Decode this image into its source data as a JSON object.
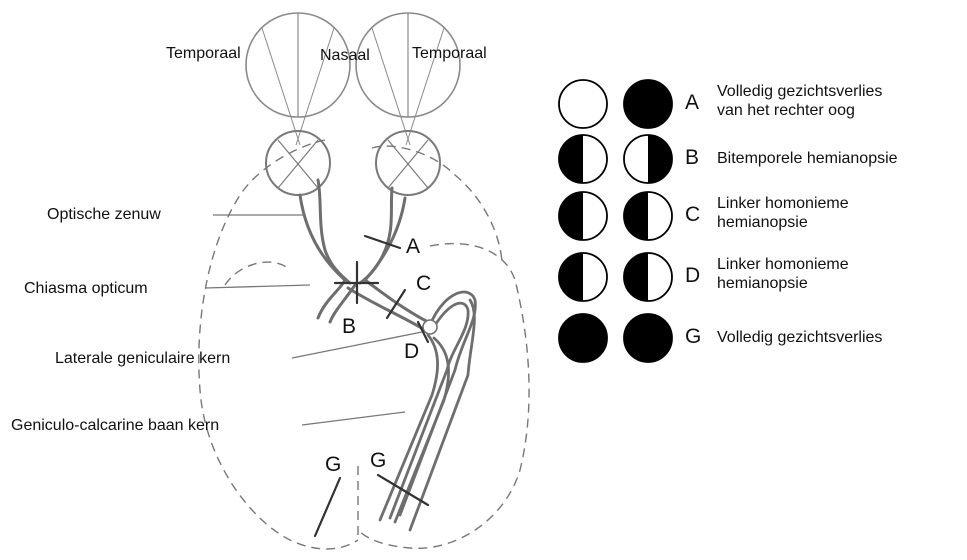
{
  "eye_labels": {
    "temporal_left": "Temporaal",
    "nasal": "Nasaal",
    "temporal_right": "Temporaal"
  },
  "structure_labels": {
    "optic_nerve": "Optische zenuw",
    "chiasm": "Chiasma opticum",
    "lgn": "Laterale geniculaire kern",
    "radiation": "Geniculo-calcarine baan kern"
  },
  "lesion_letters": {
    "a": "A",
    "b": "B",
    "c": "C",
    "d": "D",
    "g_left": "G",
    "g_right": "G"
  },
  "legend": [
    {
      "letter": "A",
      "line1": "Volledig gezichtsverlies",
      "line2": "van het rechter oog",
      "left_eye": "white",
      "right_eye": "black"
    },
    {
      "letter": "B",
      "line1": "Bitemporele hemianopsie",
      "line2": "",
      "left_eye": "left-black",
      "right_eye": "right-black"
    },
    {
      "letter": "C",
      "line1": "Linker homonieme",
      "line2": "hemianopsie",
      "left_eye": "left-black",
      "right_eye": "left-black"
    },
    {
      "letter": "D",
      "line1": "Linker homonieme",
      "line2": "hemianopsie",
      "left_eye": "left-black",
      "right_eye": "left-black"
    },
    {
      "letter": "G",
      "line1": "Volledig gezichtsverlies",
      "line2": "",
      "left_eye": "black",
      "right_eye": "black"
    }
  ]
}
